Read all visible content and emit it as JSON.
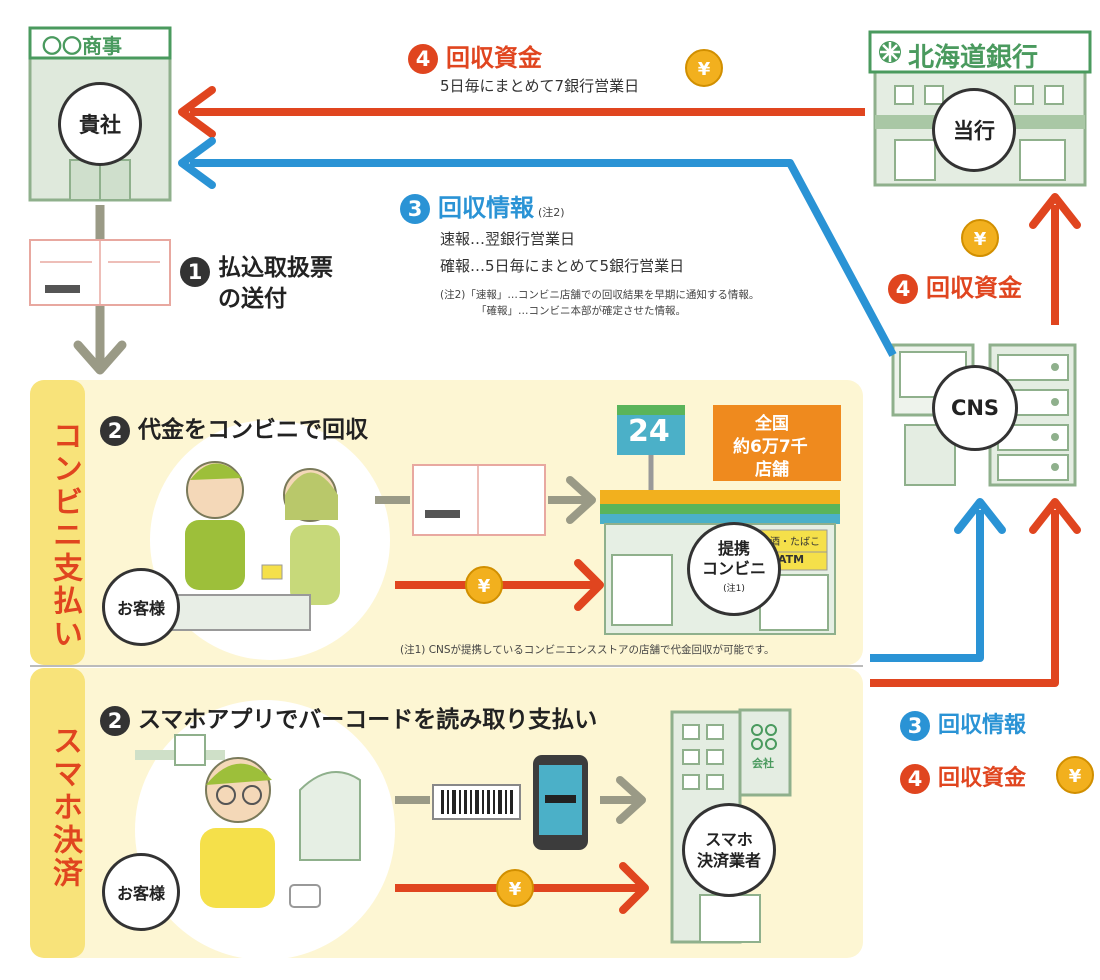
{
  "company": {
    "sign": "〇〇商事",
    "label": "貴社"
  },
  "bank": {
    "sign": "北海道銀行",
    "label": "当行"
  },
  "cns": {
    "label": "CNS"
  },
  "step1": {
    "num": "1",
    "line1": "払込取扱票",
    "line2": "の送付"
  },
  "top_funds": {
    "num": "4",
    "title": "回収資金",
    "sub": "5日毎にまとめて7銀行営業日"
  },
  "top_info": {
    "num": "3",
    "title": "回収情報",
    "note_mark": "(注2)",
    "line1": "速報…翌銀行営業日",
    "line2": "確報…5日毎にまとめて5銀行営業日",
    "note1": "(注2)「速報」…コンビニ店舗での回収結果を早期に通知する情報。",
    "note2": "「確報」…コンビニ本部が確定させた情報。"
  },
  "right_funds": {
    "num": "4",
    "title": "回収資金"
  },
  "konbini": {
    "side_label": "コンビニ支払い",
    "num": "2",
    "title": "代金をコンビニで回収",
    "customer": "お客様",
    "store_number": "24",
    "store_count_l1": "全国",
    "store_count_l2": "約6万7千",
    "store_count_l3": "店舗",
    "partner_l1": "提携",
    "partner_l2": "コンビニ",
    "partner_note": "(注1)",
    "awning_text": "酒・たばこ",
    "atm_text": "ATM",
    "note": "(注1) CNSが提携しているコンビニエンスストアの店舗で代金回収が可能です。"
  },
  "smartphone": {
    "side_label": "スマホ決済",
    "num": "2",
    "title": "スマホアプリでバーコードを読み取り支払い",
    "customer": "お客様",
    "company_sign": "会社",
    "provider_l1": "スマホ",
    "provider_l2": "決済業者"
  },
  "bottom_right": {
    "info_num": "3",
    "info_title": "回収情報",
    "funds_num": "4",
    "funds_title": "回収資金"
  },
  "coin_symbol": "¥",
  "colors": {
    "red": "#e0451f",
    "blue": "#2a93d5",
    "green": "#8fbf8a",
    "building_green": "#4a9a5e",
    "yellow_panel": "#fdf6d3",
    "side_yellow": "#f8e37a",
    "coin": "#f2b01e"
  }
}
